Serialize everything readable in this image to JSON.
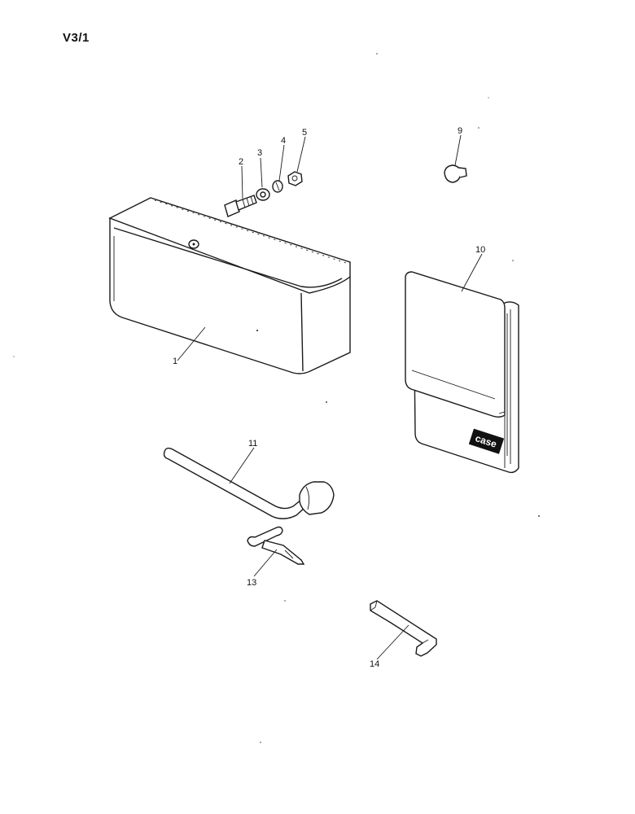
{
  "page_id": "V3/1",
  "parts": {
    "tool_box": {
      "number": "1",
      "icon": "tool-box-icon"
    },
    "bolt": {
      "number": "2",
      "icon": "bolt-icon"
    },
    "flat_washer": {
      "number": "3",
      "icon": "washer-icon"
    },
    "lock_washer": {
      "number": "4",
      "icon": "lock-washer-icon"
    },
    "nut": {
      "number": "5",
      "icon": "nut-icon"
    },
    "knob": {
      "number": "9",
      "icon": "knob-icon"
    },
    "manual": {
      "number": "10",
      "icon": "manual-icon",
      "logo_text": "case"
    },
    "socket_wrench": {
      "number": "11",
      "icon": "socket-wrench-icon"
    },
    "t_handle_key": {
      "number": "13",
      "icon": "t-handle-key-icon"
    },
    "hex_key": {
      "number": "14",
      "icon": "hex-key-icon"
    }
  }
}
